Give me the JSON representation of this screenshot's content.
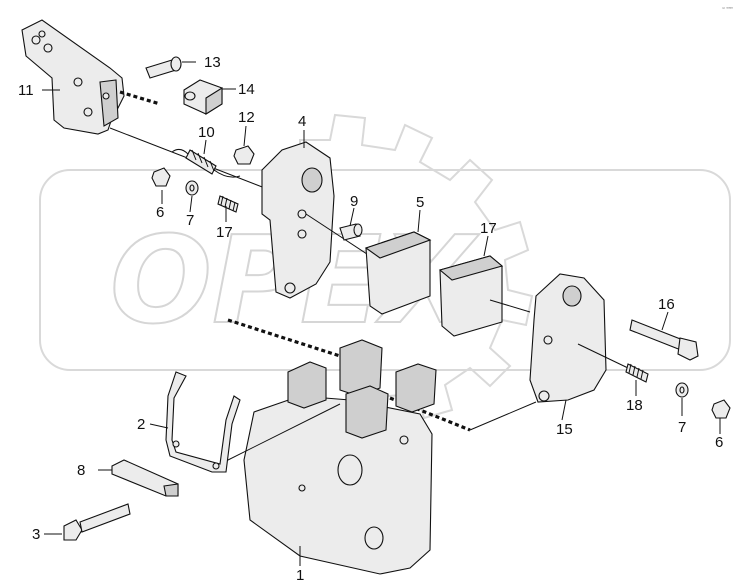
{
  "watermark": {
    "text": "OPEX"
  },
  "corner_code": "ᶜᵖ ⁰⁰⁰⁰",
  "callouts": [
    {
      "id": "c1",
      "text": "1"
    },
    {
      "id": "c2",
      "text": "2"
    },
    {
      "id": "c3",
      "text": "3"
    },
    {
      "id": "c4",
      "text": "4"
    },
    {
      "id": "c5",
      "text": "5"
    },
    {
      "id": "c6a",
      "text": "6"
    },
    {
      "id": "c6b",
      "text": "6"
    },
    {
      "id": "c7a",
      "text": "7"
    },
    {
      "id": "c7b",
      "text": "7"
    },
    {
      "id": "c8",
      "text": "8"
    },
    {
      "id": "c9",
      "text": "9"
    },
    {
      "id": "c10",
      "text": "10"
    },
    {
      "id": "c11",
      "text": "11"
    },
    {
      "id": "c12",
      "text": "12"
    },
    {
      "id": "c13",
      "text": "13"
    },
    {
      "id": "c14",
      "text": "14"
    },
    {
      "id": "c15",
      "text": "15"
    },
    {
      "id": "c16",
      "text": "16"
    },
    {
      "id": "c17a",
      "text": "17"
    },
    {
      "id": "c17b",
      "text": "17"
    },
    {
      "id": "c18",
      "text": "18"
    }
  ]
}
